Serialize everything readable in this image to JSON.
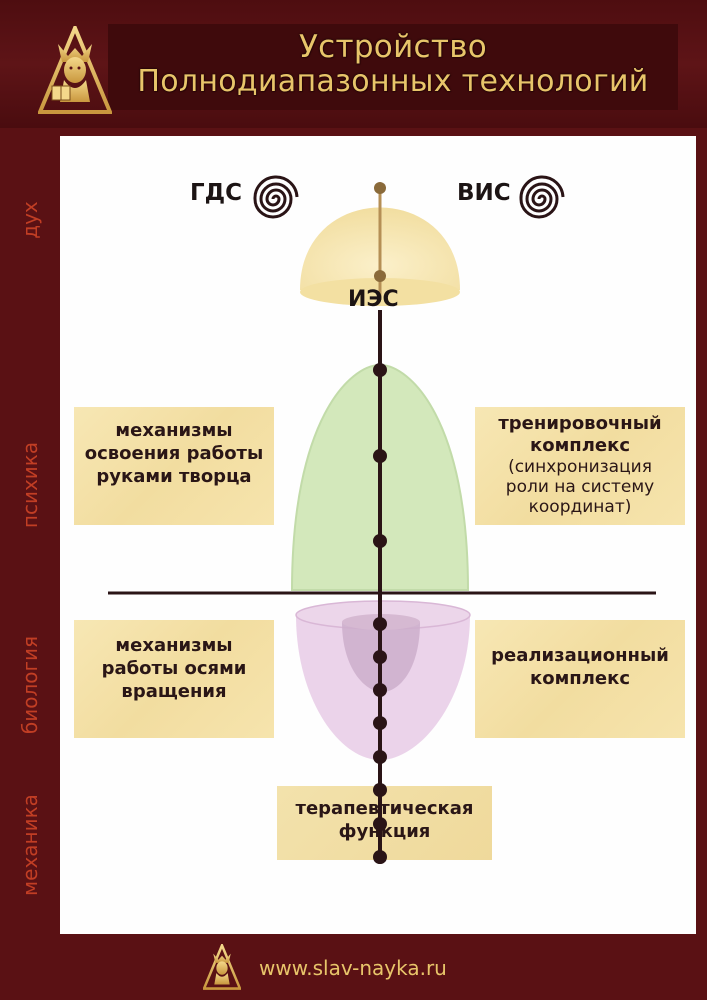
{
  "header": {
    "title_line1": "Устройство",
    "title_line2": "Полнодиапазонных технологий"
  },
  "levels": {
    "spirit": "дух",
    "psyche": "психика",
    "biology": "биология",
    "mechanics": "механика"
  },
  "diagram": {
    "label_gds": "ГДС",
    "label_vis": "ВИС",
    "label_ies": "ИЭС",
    "box_creator_hands": {
      "line1": "механизмы",
      "line2": "освоения работы",
      "line3": "руками творца"
    },
    "box_training": {
      "line1": "тренировочный",
      "line2": "комплекс",
      "line3": "(синхронизация",
      "line4": "роли на систему",
      "line5": "координат)"
    },
    "box_rotation_axes": {
      "line1": "механизмы",
      "line2": "работы осями",
      "line3": "вращения"
    },
    "box_realization": {
      "line1": "реализационный",
      "line2": "комплекс"
    },
    "box_therapeutic": {
      "line1": "терапевтическая",
      "line2": "функция"
    }
  },
  "footer": {
    "url": "www.slav-nayka.ru"
  },
  "colors": {
    "frame": "#5a1114",
    "gold": "#e8c56a",
    "side_label": "#c13e24",
    "dome": "#f6e7b0",
    "green_shape": "#cfe6b4",
    "purple_shape": "#e7cbe6",
    "axis": "#2a1416"
  }
}
